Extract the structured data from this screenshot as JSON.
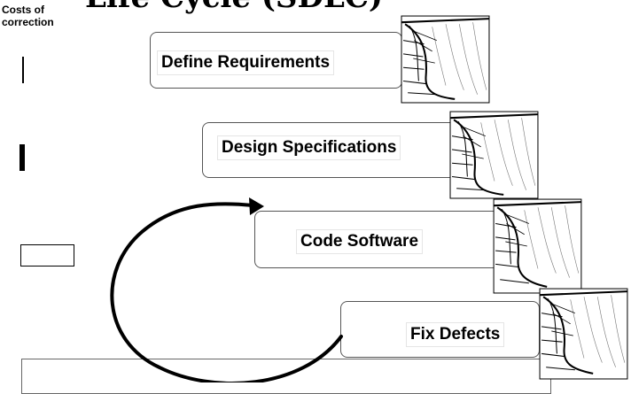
{
  "title": "Life Cycle (SDLC)",
  "cost_axis": {
    "line1": "Costs of",
    "line2": "correction"
  },
  "stages": [
    {
      "label": "Define Requirements"
    },
    {
      "label": "Design Specifications"
    },
    {
      "label": "Code Software"
    },
    {
      "label": "Fix Defects"
    }
  ],
  "icons": {
    "stage_picture": "waterfall-sketch-icon",
    "cycle_arrow": "curved-arrow-icon"
  }
}
